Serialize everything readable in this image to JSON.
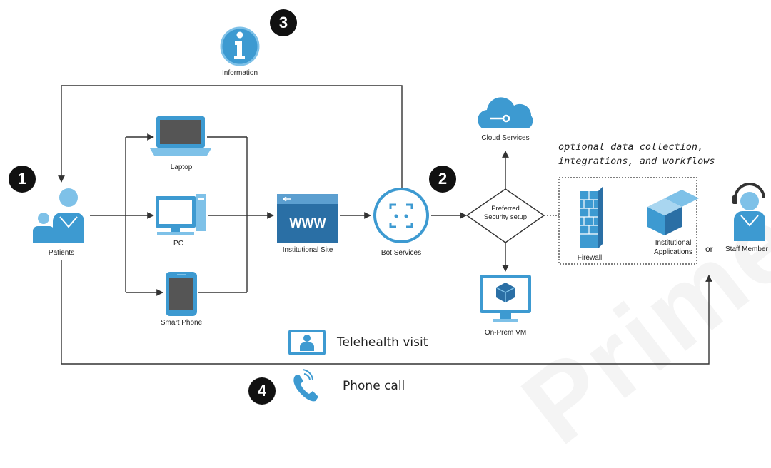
{
  "badges": {
    "one": "1",
    "two": "2",
    "three": "3",
    "four": "4"
  },
  "labels": {
    "information": "Information",
    "patients": "Patients",
    "laptop": "Laptop",
    "pc": "PC",
    "smart_phone": "Smart Phone",
    "institutional_site": "Institutional Site",
    "bot_services": "Bot Services",
    "cloud_services": "Cloud Services",
    "decision_line1": "Preferred",
    "decision_line2": "Security setup",
    "on_prem_vm": "On-Prem VM",
    "firewall": "Firewall",
    "inst_apps_line1": "Institutional",
    "inst_apps_line2": "Applications",
    "or": "or",
    "staff_member": "Staff Member",
    "telehealth_visit": "Telehealth visit",
    "phone_call": "Phone call",
    "www": "WWW"
  },
  "note": {
    "line1": "optional data collection,",
    "line2": "integrations, and workflows"
  },
  "watermark": "Prime",
  "colors": {
    "accent": "#3d9ad1",
    "accent_light": "#7ec1e8",
    "line": "#333333",
    "badge": "#111111"
  },
  "icons": [
    "information-icon",
    "patients-icon",
    "laptop-icon",
    "pc-icon",
    "smartphone-icon",
    "website-icon",
    "bot-icon",
    "cloud-icon",
    "vm-icon",
    "firewall-icon",
    "cube-icon",
    "staff-icon",
    "telehealth-icon",
    "phone-icon"
  ]
}
